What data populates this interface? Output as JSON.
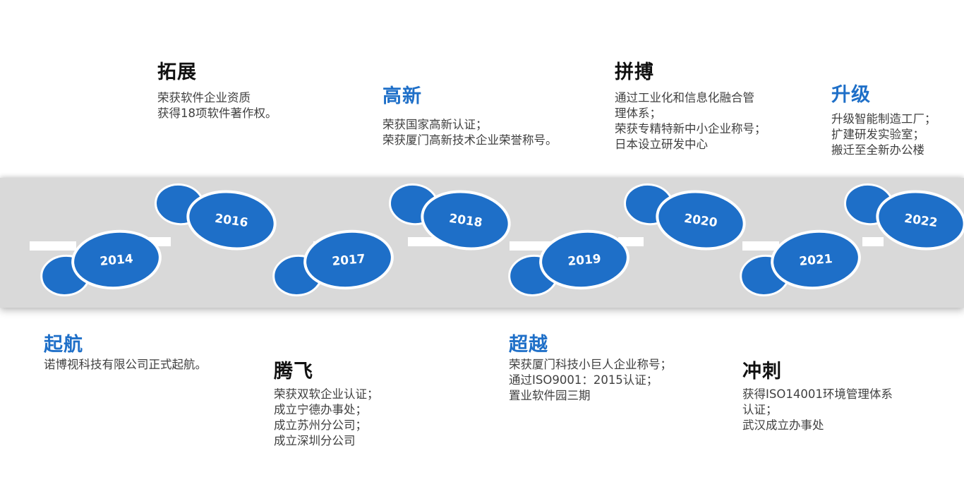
{
  "colors": {
    "band": "#d9d9d9",
    "footprint": "#1e6fc8",
    "title_dark": "#111111",
    "title_blue": "#1e6fc8",
    "body_text": "#404040"
  },
  "milestones": [
    {
      "year": "2014",
      "title": "起航",
      "lines": [
        "诺博视科技有限公司正式起航。"
      ]
    },
    {
      "year": "2016",
      "title": "拓展",
      "lines": [
        "荣获软件企业资质",
        "获得18项软件著作权。"
      ]
    },
    {
      "year": "2017",
      "title": "腾飞",
      "lines": [
        "荣获双软企业认证；",
        "成立宁德办事处；",
        "成立苏州分公司；",
        "成立深圳分公司"
      ]
    },
    {
      "year": "2018",
      "title": "高新",
      "lines": [
        "荣获国家高新认证；",
        "荣获厦门高新技术企业荣誉称号。"
      ]
    },
    {
      "year": "2019",
      "title": "超越",
      "lines": [
        "荣获厦门科技小巨人企业称号；",
        "通过ISO9001：2015认证；",
        "置业软件园三期"
      ]
    },
    {
      "year": "2020",
      "title": "拼搏",
      "lines": [
        "通过工业化和信息化融合管",
        "理体系；",
        "荣获专精特新中小企业称号；",
        "日本设立研发中心"
      ]
    },
    {
      "year": "2021",
      "title": "冲刺",
      "lines": [
        "获得ISO14001环境管理体系",
        "认证；",
        "武汉成立办事处"
      ]
    },
    {
      "year": "2022",
      "title": "升级",
      "lines": [
        "升级智能制造工厂；",
        "扩建研发实验室；",
        "搬迁至全新办公楼"
      ]
    }
  ]
}
